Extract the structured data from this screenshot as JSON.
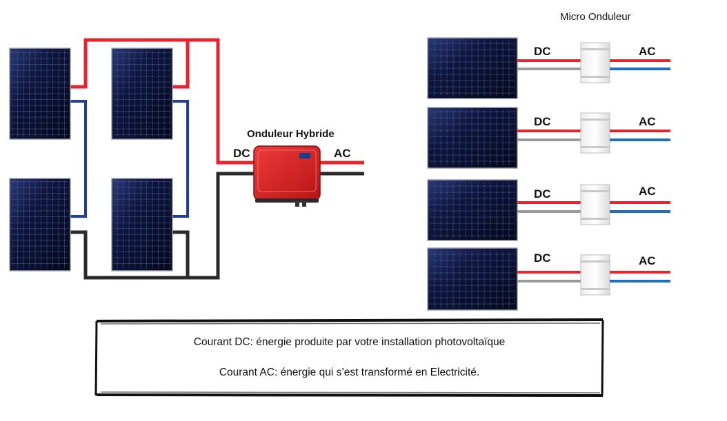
{
  "hybrid": {
    "title": "Onduleur Hybride",
    "dc_label": "DC",
    "ac_label": "AC"
  },
  "micro": {
    "title": "Micro Onduleur",
    "rows": [
      {
        "dc_label": "DC",
        "ac_label": "AC"
      },
      {
        "dc_label": "DC",
        "ac_label": "AC"
      },
      {
        "dc_label": "DC",
        "ac_label": "AC"
      },
      {
        "dc_label": "DC",
        "ac_label": "AC"
      }
    ]
  },
  "legend": {
    "line1": "Courant DC: énergie produite par votre installation photovoltaïque",
    "line2": "Courant AC: énergie qui s’est transformé en Electricité."
  },
  "colors": {
    "dc_positive": "#e8232d",
    "dc_negative_blue": "#1f3f9a",
    "ground_dark": "#2b2b2b",
    "micro_dc_grey": "#9a9a9a",
    "ac_blue": "#1f6fc0",
    "inverter_red": "#d62424",
    "panel_dark": "#0c1230"
  }
}
